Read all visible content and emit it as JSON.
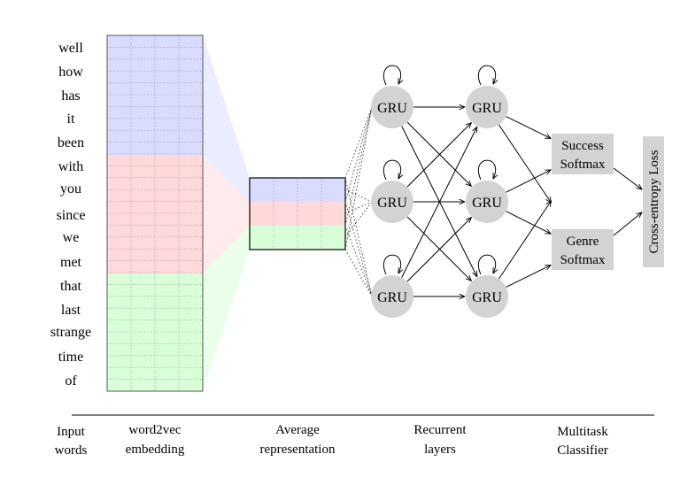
{
  "input_words": [
    "well",
    "how",
    "has",
    "it",
    "been",
    "with",
    "you",
    "since",
    "we",
    "met",
    "that",
    "last",
    "strange",
    "time",
    "of"
  ],
  "gru_label": "GRU",
  "classifiers": [
    {
      "line1": "Success",
      "line2": "Softmax"
    },
    {
      "line1": "Genre",
      "line2": "Softmax"
    }
  ],
  "loss_label": "Cross-entropy Loss",
  "captions": [
    {
      "line1": "Input",
      "line2": "words"
    },
    {
      "line1": "word2vec",
      "line2": "embedding"
    },
    {
      "line1": "Average",
      "line2": "representation"
    },
    {
      "line1": "Recurrent",
      "line2": "layers"
    },
    {
      "line1": "Multitask",
      "line2": "Classifier"
    }
  ],
  "colors": {
    "blue_band": "#d9dcff",
    "red_band": "#ffd9dc",
    "green_band": "#d9ffd9",
    "node": "#d3d3d3",
    "classifier_box": "#d3d3d3"
  }
}
